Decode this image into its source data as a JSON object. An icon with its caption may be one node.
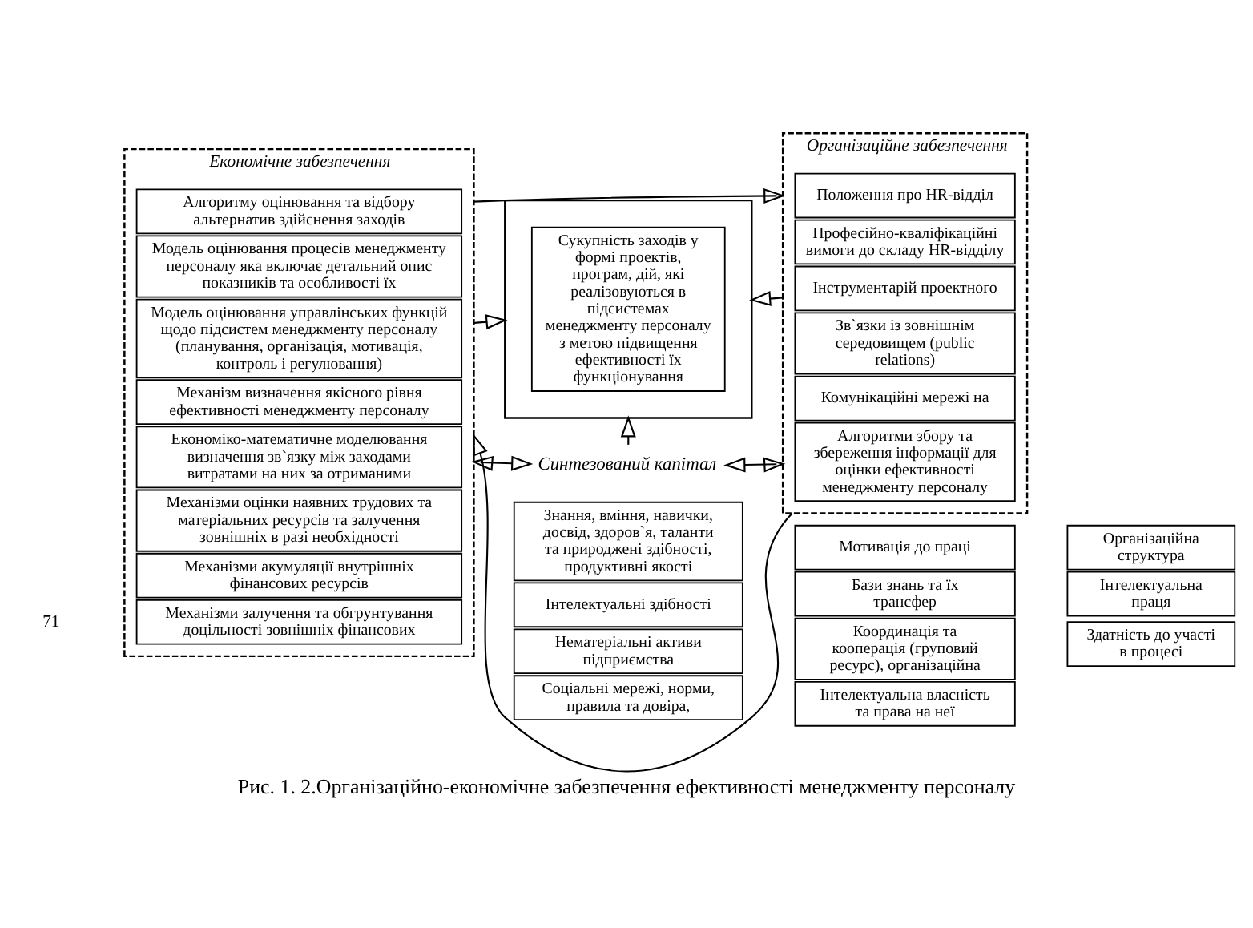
{
  "diagram": {
    "caption": "Рис. 1. 2.Організаційно-економічне забезпечення ефективності менеджменту персоналу",
    "nodes": [
      {
        "text": [
          "Економічне забезпечення"
        ]
      },
      {
        "text": [
          "Алгоритму оцінювання та відбору альтернатив здійснення заходів"
        ],
        "in": 0
      },
      {
        "text": [
          "Модель оцінювання процесів менеджменту персоналу яка включає детальний опис показників та особливості їх"
        ],
        "in": 0
      },
      {
        "text": [
          "Модель оцінювання управлінських функцій щодо підсистем менеджменту персоналу (планування, організація, мотивація, контроль і регулювання)"
        ],
        "in": 0
      },
      {
        "text": [
          "Механізм визначення якісного рівня ефективності менеджменту персоналу"
        ],
        "in": 0
      },
      {
        "text": [
          "Економіко-математичне моделювання визначення зв`язку між заходами витратами на них за отриманими"
        ],
        "in": 0
      },
      {
        "text": [
          "Механізми оцінки наявних трудових та матеріальних ресурсів та залучення зовнішніх в разі необхідності"
        ],
        "in": 0
      },
      {
        "text": [
          "Механізми акумуляції внутрішніх фінансових ресурсів"
        ],
        "in": 0
      },
      {
        "text": [
          "Механізми залучення та обгрунтування доцільності зовнішніх фінансових"
        ],
        "in": 0
      },
      {
        "text": [],
        "shape": "box"
      },
      {
        "text": [
          "Сукупність заходів у формі проектів, програм, дій, які реалізовуються в підсистемах менеджменту персоналу з метою підвищення ефективності їх функціонування"
        ],
        "in": 9
      },
      {
        "text": [
          "Організаційне забезпечення"
        ]
      },
      {
        "text": [
          "Положення про HR-відділ"
        ],
        "in": 11
      },
      {
        "text": [
          "Професійно-кваліфікаційні вимоги до складу HR-відділу"
        ],
        "in": 11
      },
      {
        "text": [
          "Інструментарій проектного"
        ],
        "in": 11
      },
      {
        "text": [
          "Зв`язки із зовнішнім середовищем (public relations)"
        ],
        "in": 11
      },
      {
        "text": [
          "Комунікаційні мережі на"
        ],
        "in": 11
      },
      {
        "text": [
          "Алгоритми збору та збереження інформації для оцінки ефективності менеджменту персоналу"
        ],
        "in": 11
      },
      {
        "text": [
          "Синтезований капітал"
        ]
      },
      {
        "text": [
          "Знання, вміння, навички, досвід, здоров`я, таланти та природжені здібності, продуктивні якості"
        ]
      },
      {
        "text": [
          "Інтелектуальні здібності"
        ]
      },
      {
        "text": [
          "Нематеріальні активи підприємства"
        ]
      },
      {
        "text": [
          "Соціальні мережі, норми, правила та довіра,"
        ]
      },
      {
        "text": [
          "Мотивація до праці"
        ]
      },
      {
        "text": [
          "Бази знань та їх трансфер"
        ]
      },
      {
        "text": [
          "Координація та кооперація (груповий ресурс), організаційна"
        ]
      },
      {
        "text": [
          "Організаційна структура"
        ]
      },
      {
        "text": [
          "Інтелектуальна праця"
        ]
      },
      {
        "text": [
          "Здатність до участі в процесі"
        ]
      },
      {
        "text": [
          "Інтелектуальна власність та права на неї"
        ]
      }
    ],
    "edges": [
      {
        "from": 0,
        "to": 11,
        "arrow": "to"
      },
      {
        "from": 0,
        "to": 9,
        "arrow": "to"
      },
      {
        "from": 11,
        "to": 9,
        "arrow": "to"
      },
      {
        "from": 18,
        "to": 9,
        "arrow": "to"
      },
      {
        "from": 11,
        "to": 0,
        "arrow": "to"
      },
      {
        "from": 0,
        "to": 18,
        "arrow": "both"
      },
      {
        "from": 18,
        "to": 11,
        "arrow": "both"
      }
    ],
    "labels": [
      "71"
    ]
  }
}
